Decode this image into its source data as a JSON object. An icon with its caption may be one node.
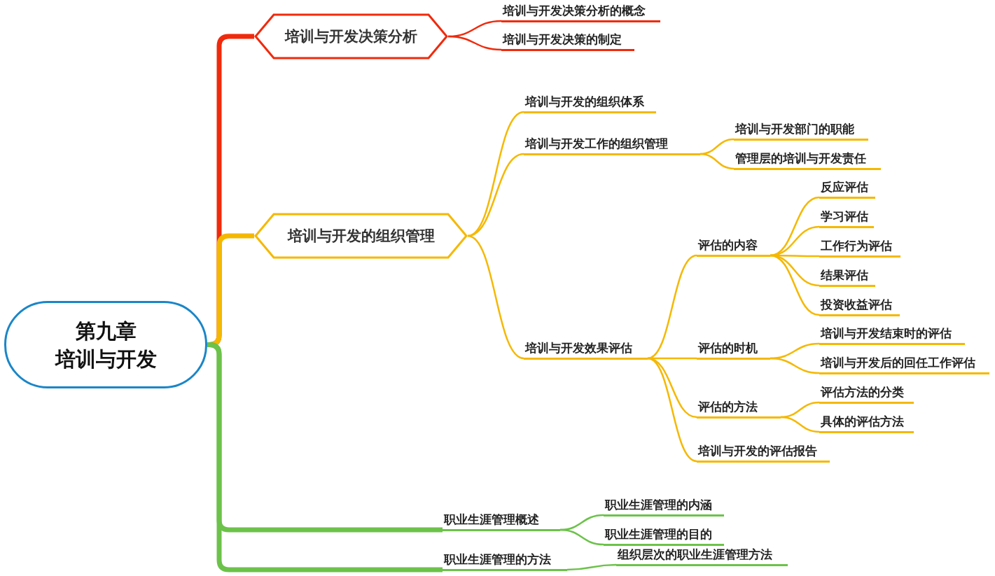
{
  "diagram": {
    "nodes": [
      {
        "text": [
          "第九章",
          "培训与开发"
        ]
      },
      {
        "text": [
          "培训与开发决策分析"
        ]
      },
      {
        "text": [
          "培训与开发决策分析的概念"
        ]
      },
      {
        "text": [
          "培训与开发决策的制定"
        ]
      },
      {
        "text": [
          "培训与开发的组织管理"
        ]
      },
      {
        "text": [
          "培训与开发的组织体系"
        ]
      },
      {
        "text": [
          "培训与开发工作的组织管理"
        ]
      },
      {
        "text": [
          "培训与开发部门的职能"
        ]
      },
      {
        "text": [
          "管理层的培训与开发责任"
        ]
      },
      {
        "text": [
          "培训与开发效果评估"
        ]
      },
      {
        "text": [
          "评估的内容"
        ]
      },
      {
        "text": [
          "反应评估"
        ]
      },
      {
        "text": [
          "学习评估"
        ]
      },
      {
        "text": [
          "工作行为评估"
        ]
      },
      {
        "text": [
          "结果评估"
        ]
      },
      {
        "text": [
          "投资收益评估"
        ]
      },
      {
        "text": [
          "评估的时机"
        ]
      },
      {
        "text": [
          "培训与开发结束时的评估"
        ]
      },
      {
        "text": [
          "培训与开发后的回任工作评估"
        ]
      },
      {
        "text": [
          "评估的方法"
        ]
      },
      {
        "text": [
          "评估方法的分类"
        ]
      },
      {
        "text": [
          "具体的评估方法"
        ]
      },
      {
        "text": [
          "培训与开发的评估报告"
        ]
      },
      {
        "text": [
          "职业生涯管理概述"
        ]
      },
      {
        "text": [
          "职业生涯管理的内涵"
        ]
      },
      {
        "text": [
          "职业生涯管理的目的"
        ]
      },
      {
        "text": [
          "职业生涯管理的方法"
        ]
      },
      {
        "text": [
          "组织层次的职业生涯管理方法"
        ]
      }
    ],
    "edges": [
      {
        "from": 0,
        "to": 1,
        "arrow": "none",
        "style": "thick",
        "color": "#f02a0c"
      },
      {
        "from": 1,
        "to": 2,
        "arrow": "none",
        "color": "#f02a0c"
      },
      {
        "from": 1,
        "to": 3,
        "arrow": "none",
        "color": "#f02a0c"
      },
      {
        "from": 0,
        "to": 4,
        "arrow": "none",
        "style": "thick"
      },
      {
        "from": 4,
        "to": 5,
        "arrow": "none"
      },
      {
        "from": 4,
        "to": 6,
        "arrow": "none"
      },
      {
        "from": 4,
        "to": 9,
        "arrow": "none"
      },
      {
        "from": 6,
        "to": 7,
        "arrow": "none"
      },
      {
        "from": 6,
        "to": 8,
        "arrow": "none"
      },
      {
        "from": 9,
        "to": 10,
        "arrow": "none"
      },
      {
        "from": 9,
        "to": 16,
        "arrow": "none"
      },
      {
        "from": 9,
        "to": 19,
        "arrow": "none"
      },
      {
        "from": 9,
        "to": 22,
        "arrow": "none"
      },
      {
        "from": 10,
        "to": 11,
        "arrow": "none"
      },
      {
        "from": 10,
        "to": 12,
        "arrow": "none"
      },
      {
        "from": 10,
        "to": 13,
        "arrow": "none"
      },
      {
        "from": 10,
        "to": 14,
        "arrow": "none"
      },
      {
        "from": 10,
        "to": 15,
        "arrow": "none"
      },
      {
        "from": 16,
        "to": 17,
        "arrow": "none"
      },
      {
        "from": 16,
        "to": 18,
        "arrow": "none"
      },
      {
        "from": 19,
        "to": 20,
        "arrow": "none"
      },
      {
        "from": 19,
        "to": 21,
        "arrow": "none"
      },
      {
        "from": 0,
        "to": 23,
        "arrow": "none",
        "style": "thick",
        "color": "#6cc24a"
      },
      {
        "from": 0,
        "to": 26,
        "arrow": "none",
        "style": "thick",
        "color": "#6cc24a"
      },
      {
        "from": 23,
        "to": 24,
        "arrow": "none",
        "color": "#6cc24a"
      },
      {
        "from": 23,
        "to": 25,
        "arrow": "none",
        "color": "#6cc24a"
      },
      {
        "from": 26,
        "to": 27,
        "arrow": "none",
        "color": "#6cc24a"
      }
    ]
  }
}
